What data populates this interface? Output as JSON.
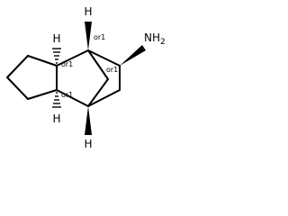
{
  "molecule": {
    "atoms": {
      "hydrogen": "H",
      "amine": "NH2",
      "amine_main": "NH",
      "amine_subscript": "2"
    },
    "stereo_label": "or1"
  }
}
